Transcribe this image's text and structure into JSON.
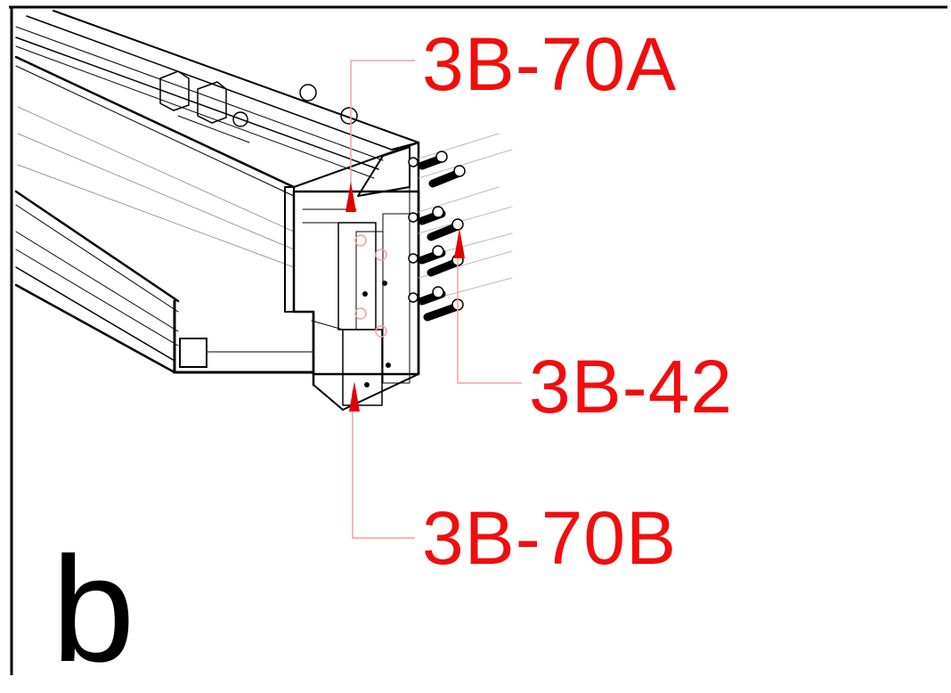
{
  "figure": {
    "panel_label": "b",
    "callouts": [
      {
        "id": "callout-3b-70a",
        "text": "3B-70A"
      },
      {
        "id": "callout-3b-42",
        "text": "3B-42"
      },
      {
        "id": "callout-3b-70b",
        "text": "3B-70B"
      }
    ],
    "colors": {
      "callout": "#f20d0d",
      "leader": "#f4a0a0",
      "line_art": "#000000",
      "background": "#ffffff"
    }
  }
}
